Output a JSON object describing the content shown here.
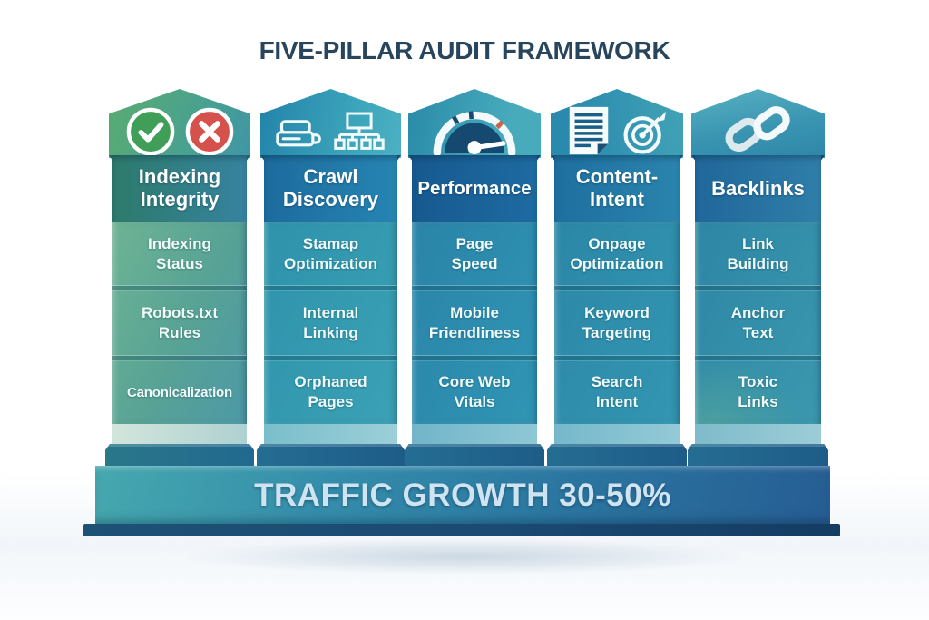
{
  "title": "FIVE-PILLAR AUDIT FRAMEWORK",
  "pillars": [
    {
      "title": "Indexing\nIntegrity",
      "icons": [
        "check-circle-icon",
        "x-circle-icon"
      ],
      "items": [
        "Indexing\nStatus",
        "Robots.txt\nRules",
        "Canonicalization"
      ]
    },
    {
      "title": "Crawl\nDiscovery",
      "icons": [
        "crawler-icon",
        "sitemap-icon"
      ],
      "items": [
        "Stamap\nOptimization",
        "Internal\nLinking",
        "Orphaned\nPages"
      ]
    },
    {
      "title": "Performance",
      "icons": [
        "speedometer-icon"
      ],
      "items": [
        "Page\nSpeed",
        "Mobile\nFriendliness",
        "Core Web\nVitals"
      ]
    },
    {
      "title": "Content-\nIntent",
      "icons": [
        "document-icon",
        "target-icon"
      ],
      "items": [
        "Onpage\nOptimization",
        "Keyword\nTargeting",
        "Search\nIntent"
      ]
    },
    {
      "title": "Backlinks",
      "icons": [
        "chain-link-icon"
      ],
      "items": [
        "Link\nBuilding",
        "Anchor\nText",
        "Toxic\nLinks"
      ]
    }
  ],
  "base_banner": {
    "label": "TRAFFIC GROWTH 30-50%"
  },
  "colors": {
    "title_text": "#27455c",
    "check_green": "#3f9e58",
    "cross_red": "#d5514b",
    "pillar_green": "#57a295",
    "pillar_blue": "#2a85a9",
    "banner_left": "#46a8ae",
    "banner_right": "#265d93",
    "banner_text": "#cfe4f0",
    "gauge_face": "#16496f",
    "gauge_warning": "#c4674a"
  }
}
